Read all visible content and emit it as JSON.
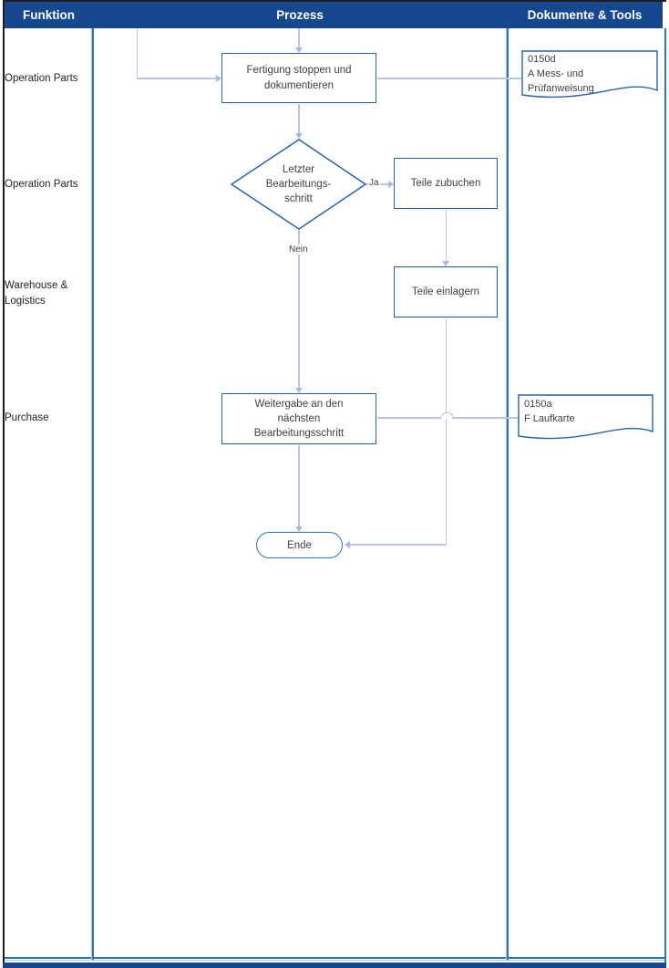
{
  "header": {
    "columns": [
      "Funktion",
      "Prozess",
      "Dokumente & Tools"
    ]
  },
  "lanes": [
    "Operation Parts",
    "Operation Parts",
    "Warehouse & Logistics",
    "Purchase"
  ],
  "flowchart": {
    "nodes": {
      "stop": {
        "type": "process",
        "lines": [
          "Fertigung stoppen und",
          "dokumentieren"
        ]
      },
      "decision": {
        "type": "decision",
        "lines": [
          "Letzter",
          "Bearbeitungs-",
          "schritt"
        ]
      },
      "book": {
        "type": "process",
        "label": "Teile zubuchen"
      },
      "store": {
        "type": "process",
        "label": "Teile einlagern"
      },
      "forward": {
        "type": "process",
        "lines": [
          "Weitergabe an den",
          "nächsten",
          "Bearbeitungsschritt"
        ]
      },
      "end": {
        "type": "terminator",
        "label": "Ende"
      }
    },
    "edge_labels": {
      "yes": "Ja",
      "no": "Nein"
    },
    "documents": [
      {
        "lines": [
          "0150d",
          "A Mess- und",
          "Prüfanweisung"
        ]
      },
      {
        "lines": [
          "0150a",
          "F Laufkarte"
        ]
      }
    ]
  },
  "colors": {
    "header_bg": "#17478E",
    "lane_border": "#2E75B6",
    "shape_border": "#2563A8",
    "connector": "#B9C4E7",
    "text": "#3F3F3F"
  }
}
